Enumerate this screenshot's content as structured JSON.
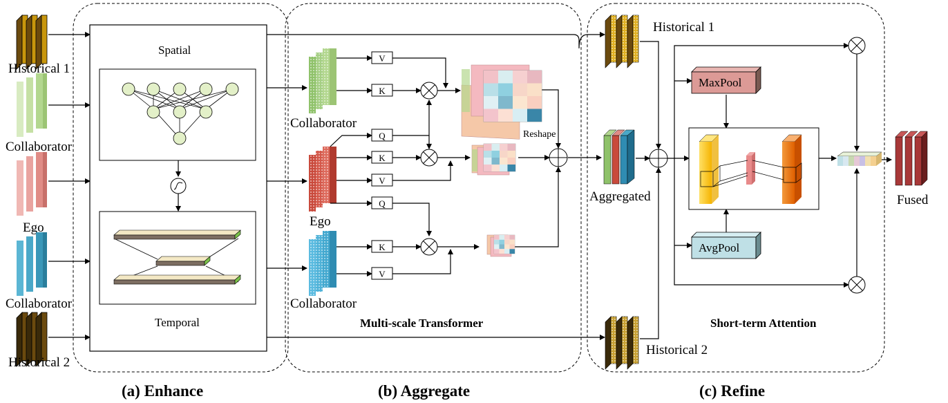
{
  "enhance": {
    "inputs": {
      "historical1": "Historical 1",
      "collaborator_top": "Collaborator",
      "ego": "Ego",
      "collaborator_bottom": "Collaborator",
      "historical2": "Historical 2"
    },
    "spatial_label": "Spatial",
    "temporal_label": "Temporal",
    "caption": "(a) Enhance"
  },
  "aggregate": {
    "collaborator_top": "Collaborator",
    "ego": "Ego",
    "collaborator_bottom": "Collaborator",
    "reshape": "Reshape",
    "q": "Q",
    "k": "K",
    "v": "V",
    "title": "Multi-scale Transformer",
    "caption": "(b) Aggregate"
  },
  "refine": {
    "historical1": "Historical 1",
    "historical2": "Historical 2",
    "aggregated": "Aggregated",
    "maxpool": "MaxPool",
    "avgpool": "AvgPool",
    "fused": "Fused",
    "title": "Short-term Attention",
    "caption": "(c) Refine"
  },
  "colors": {
    "historical": "#c8960c",
    "historical_dark": "#6b4a0e",
    "collaborator_green": "#b3d78f",
    "ego_red": "#e08c86",
    "collaborator_blue": "#4aa8c8",
    "fused": "#a83838",
    "maxpool": "#dc9a96",
    "avgpool": "#bfe0e6"
  }
}
